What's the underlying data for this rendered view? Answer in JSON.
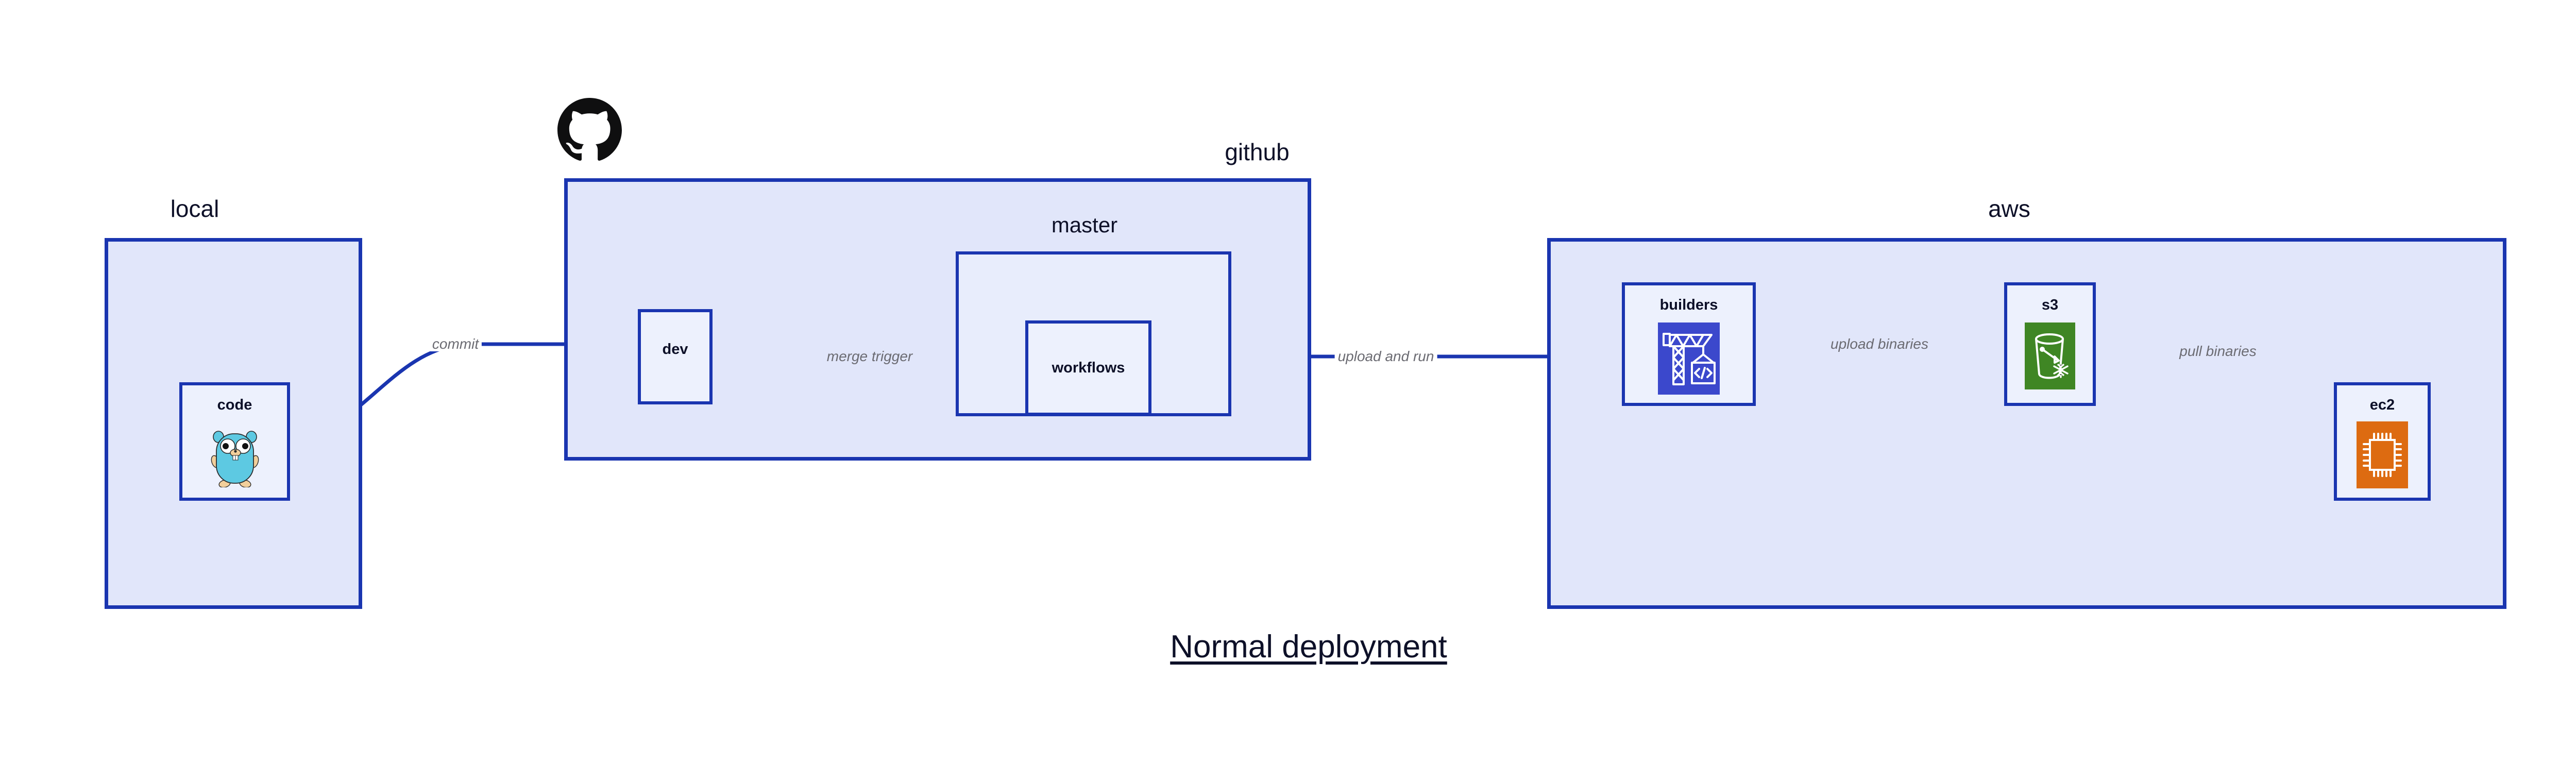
{
  "diagram": {
    "title": "Normal deployment",
    "colors": {
      "group_border": "#1a35b0",
      "group_fill": "#e1e6fa",
      "node_fill": "#edf1fd",
      "subgroup_fill": "#e8edfc",
      "label_text": "#0d1028",
      "edge_label_text": "#6b6b72",
      "arrow": "#1a35b0",
      "builders_icon": "#3b48cc",
      "s3_icon": "#3f8624",
      "ec2_icon": "#dd6b11",
      "gopher_body": "#5dc9e2",
      "octocat": "#0f0f10"
    }
  },
  "groups": [
    {
      "id": "local",
      "label": "local"
    },
    {
      "id": "github",
      "label": "github"
    },
    {
      "id": "aws",
      "label": "aws"
    }
  ],
  "subgroups": [
    {
      "id": "master",
      "label": "master",
      "parent": "github"
    }
  ],
  "nodes": [
    {
      "id": "code",
      "label": "code",
      "parent": "local",
      "icon": "go-gopher-icon"
    },
    {
      "id": "dev",
      "label": "dev",
      "parent": "github",
      "icon": null
    },
    {
      "id": "workflows",
      "label": "workflows",
      "parent": "master",
      "icon": null
    },
    {
      "id": "builders",
      "label": "builders",
      "parent": "aws",
      "icon": "aws-codebuild-crane-icon"
    },
    {
      "id": "s3",
      "label": "s3",
      "parent": "aws",
      "icon": "aws-s3-bucket-icon"
    },
    {
      "id": "ec2",
      "label": "ec2",
      "parent": "aws",
      "icon": "aws-ec2-chip-icon"
    }
  ],
  "edges": [
    {
      "id": "commit",
      "from": "code",
      "to": "dev",
      "label": "commit"
    },
    {
      "id": "merge-trigger",
      "from": "dev",
      "to": "workflows",
      "label": "merge trigger"
    },
    {
      "id": "upload-and-run",
      "from": "workflows",
      "to": "builders",
      "label": "upload and run"
    },
    {
      "id": "upload-binaries",
      "from": "builders",
      "to": "s3",
      "label": "upload binaries"
    },
    {
      "id": "pull-binaries",
      "from": "s3",
      "to": "ec2",
      "label": "pull binaries"
    }
  ],
  "icons": {
    "octocat": "github-octocat-logo"
  }
}
